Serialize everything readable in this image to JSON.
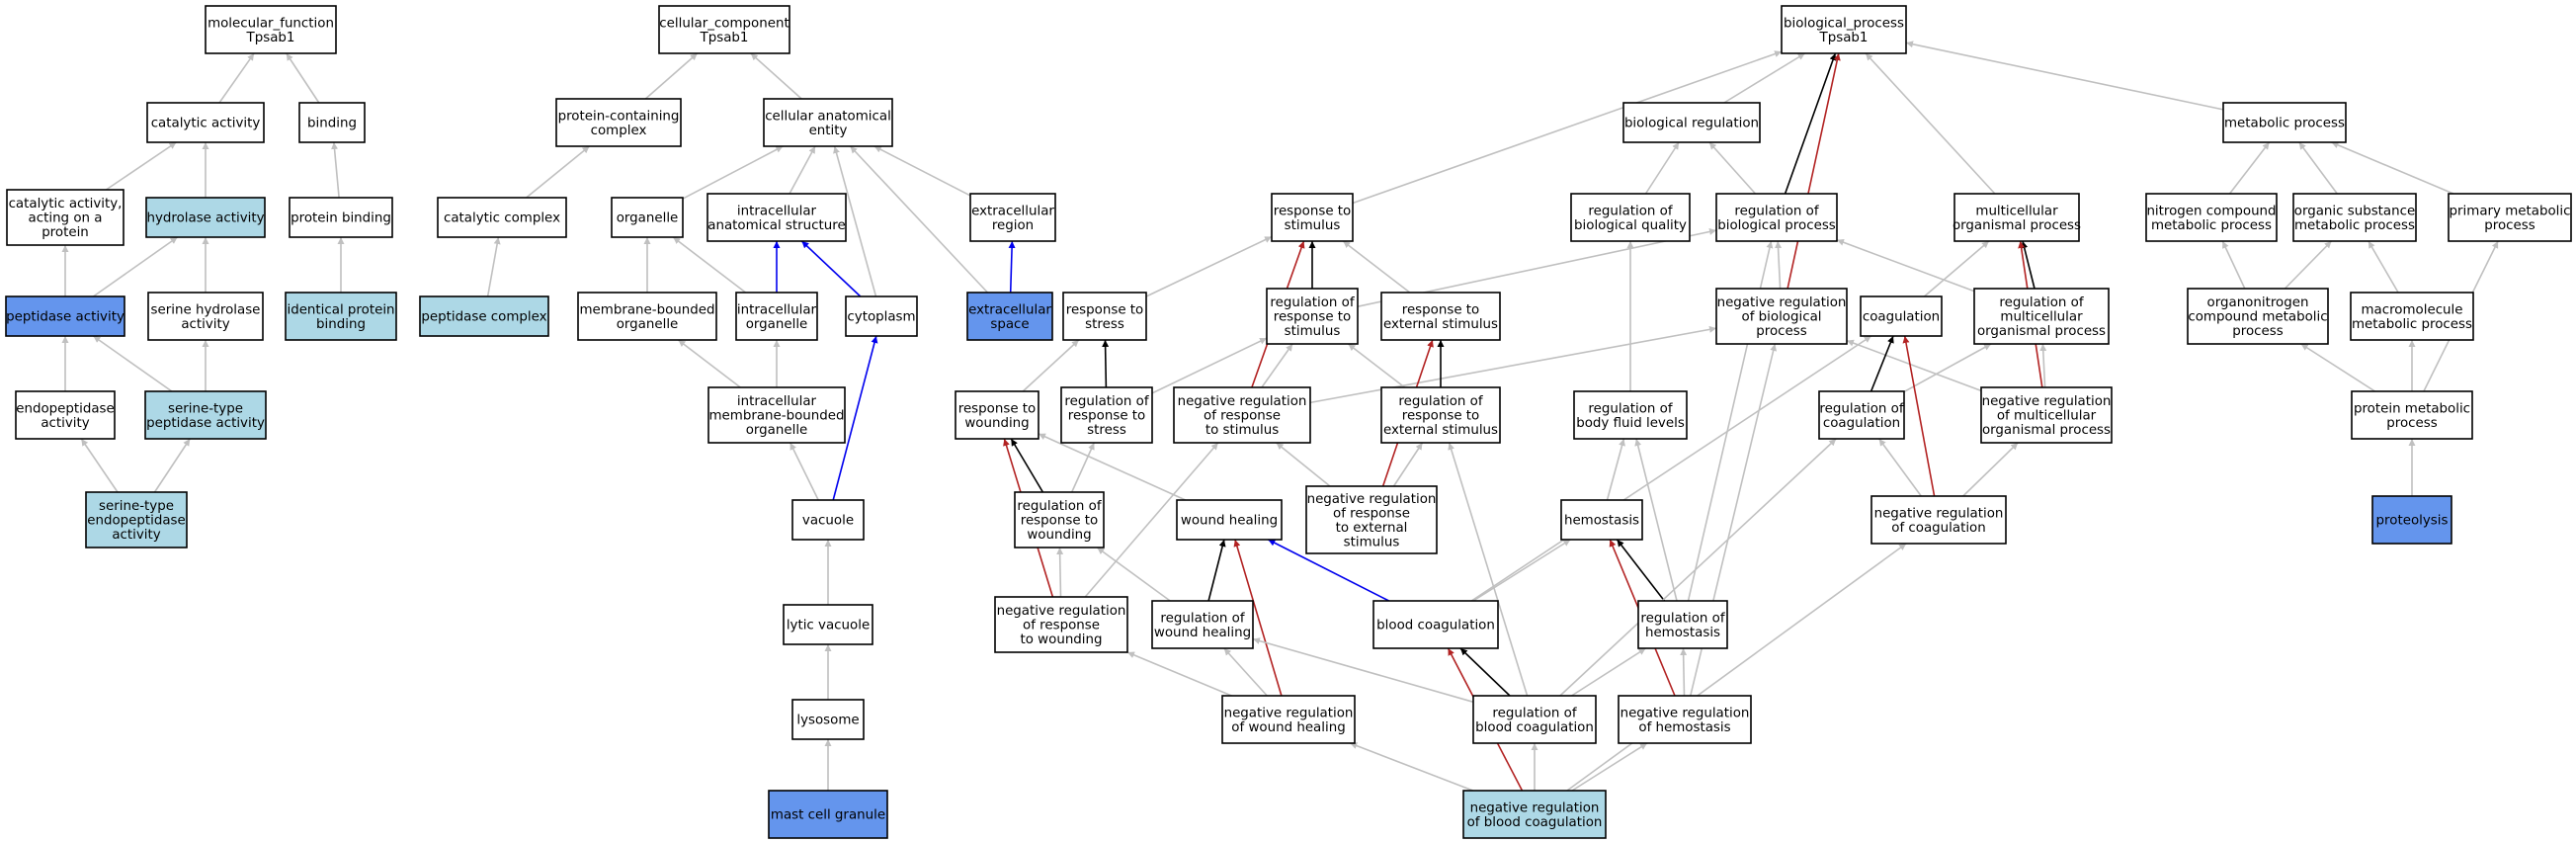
{
  "colors": {
    "plain_node": "#ffffff",
    "highlight_light": "#add8e6",
    "highlight_dark": "#6495ed",
    "edge_is_a": "#c0c0c0",
    "edge_part_of": "#0000ee",
    "edge_regulates": "#000000",
    "edge_negatively_regulates": "#b22222"
  },
  "nodes": [
    {
      "id": "mf",
      "lines": [
        "molecular_function",
        "Tpsab1"
      ],
      "fill": "plain"
    },
    {
      "id": "cat",
      "lines": [
        "catalytic activity"
      ],
      "fill": "plain"
    },
    {
      "id": "bind",
      "lines": [
        "binding"
      ],
      "fill": "plain"
    },
    {
      "id": "catprot",
      "lines": [
        "catalytic activity,",
        "acting on a",
        "protein"
      ],
      "fill": "plain"
    },
    {
      "id": "hydro",
      "lines": [
        "hydrolase activity"
      ],
      "fill": "light"
    },
    {
      "id": "protbind",
      "lines": [
        "protein binding"
      ],
      "fill": "plain"
    },
    {
      "id": "pept",
      "lines": [
        "peptidase activity"
      ],
      "fill": "dark"
    },
    {
      "id": "serhyd",
      "lines": [
        "serine hydrolase",
        "activity"
      ],
      "fill": "plain"
    },
    {
      "id": "identbind",
      "lines": [
        "identical protein",
        "binding"
      ],
      "fill": "light"
    },
    {
      "id": "endopep",
      "lines": [
        "endopeptidase",
        "activity"
      ],
      "fill": "plain"
    },
    {
      "id": "serpep",
      "lines": [
        "serine-type",
        "peptidase activity"
      ],
      "fill": "light"
    },
    {
      "id": "serendo",
      "lines": [
        "serine-type",
        "endopeptidase",
        "activity"
      ],
      "fill": "light"
    },
    {
      "id": "cc",
      "lines": [
        "cellular_component",
        "Tpsab1"
      ],
      "fill": "plain"
    },
    {
      "id": "protcomplex",
      "lines": [
        "protein-containing",
        "complex"
      ],
      "fill": "plain"
    },
    {
      "id": "cellanat",
      "lines": [
        "cellular anatomical",
        "entity"
      ],
      "fill": "plain"
    },
    {
      "id": "catcomplex",
      "lines": [
        "catalytic complex"
      ],
      "fill": "plain"
    },
    {
      "id": "pepcomplex",
      "lines": [
        "peptidase complex"
      ],
      "fill": "light"
    },
    {
      "id": "organelle",
      "lines": [
        "organelle"
      ],
      "fill": "plain"
    },
    {
      "id": "icas",
      "lines": [
        "intracellular",
        "anatomical structure"
      ],
      "fill": "plain"
    },
    {
      "id": "extreg",
      "lines": [
        "extracellular",
        "region"
      ],
      "fill": "plain"
    },
    {
      "id": "mbo",
      "lines": [
        "membrane-bounded",
        "organelle"
      ],
      "fill": "plain"
    },
    {
      "id": "icorg",
      "lines": [
        "intracellular",
        "organelle"
      ],
      "fill": "plain"
    },
    {
      "id": "cyto",
      "lines": [
        "cytoplasm"
      ],
      "fill": "plain"
    },
    {
      "id": "extspace",
      "lines": [
        "extracellular",
        "space"
      ],
      "fill": "dark"
    },
    {
      "id": "imbo",
      "lines": [
        "intracellular",
        "membrane-bounded",
        "organelle"
      ],
      "fill": "plain"
    },
    {
      "id": "vac",
      "lines": [
        "vacuole"
      ],
      "fill": "plain"
    },
    {
      "id": "lytvac",
      "lines": [
        "lytic vacuole"
      ],
      "fill": "plain"
    },
    {
      "id": "lyso",
      "lines": [
        "lysosome"
      ],
      "fill": "plain"
    },
    {
      "id": "mcg",
      "lines": [
        "mast cell granule"
      ],
      "fill": "dark"
    },
    {
      "id": "bp",
      "lines": [
        "biological_process",
        "Tpsab1"
      ],
      "fill": "plain"
    },
    {
      "id": "bioreg",
      "lines": [
        "biological regulation"
      ],
      "fill": "plain"
    },
    {
      "id": "metab",
      "lines": [
        "metabolic process"
      ],
      "fill": "plain"
    },
    {
      "id": "respstim",
      "lines": [
        "response to",
        "stimulus"
      ],
      "fill": "plain"
    },
    {
      "id": "regbq",
      "lines": [
        "regulation of",
        "biological quality"
      ],
      "fill": "plain"
    },
    {
      "id": "regbp",
      "lines": [
        "regulation of",
        "biological process"
      ],
      "fill": "plain"
    },
    {
      "id": "mcop",
      "lines": [
        "multicellular",
        "organismal process"
      ],
      "fill": "plain"
    },
    {
      "id": "nitro",
      "lines": [
        "nitrogen compound",
        "metabolic process"
      ],
      "fill": "plain"
    },
    {
      "id": "orgsub",
      "lines": [
        "organic substance",
        "metabolic process"
      ],
      "fill": "plain"
    },
    {
      "id": "primmet",
      "lines": [
        "primary metabolic",
        "process"
      ],
      "fill": "plain"
    },
    {
      "id": "respstress",
      "lines": [
        "response to",
        "stress"
      ],
      "fill": "plain"
    },
    {
      "id": "regrespstim",
      "lines": [
        "regulation of",
        "response to",
        "stimulus"
      ],
      "fill": "plain"
    },
    {
      "id": "respext",
      "lines": [
        "response to",
        "external stimulus"
      ],
      "fill": "plain"
    },
    {
      "id": "negregbp",
      "lines": [
        "negative regulation",
        "of biological",
        "process"
      ],
      "fill": "plain"
    },
    {
      "id": "coag",
      "lines": [
        "coagulation"
      ],
      "fill": "plain"
    },
    {
      "id": "regmcop",
      "lines": [
        "regulation of",
        "multicellular",
        "organismal process"
      ],
      "fill": "plain"
    },
    {
      "id": "organonitro",
      "lines": [
        "organonitrogen",
        "compound metabolic",
        "process"
      ],
      "fill": "plain"
    },
    {
      "id": "macromol",
      "lines": [
        "macromolecule",
        "metabolic process"
      ],
      "fill": "plain"
    },
    {
      "id": "respwound",
      "lines": [
        "response to",
        "wounding"
      ],
      "fill": "plain"
    },
    {
      "id": "regrespstress",
      "lines": [
        "regulation of",
        "response to",
        "stress"
      ],
      "fill": "plain"
    },
    {
      "id": "negregrespstim",
      "lines": [
        "negative regulation",
        "of response",
        "to stimulus"
      ],
      "fill": "plain"
    },
    {
      "id": "regrespext",
      "lines": [
        "regulation of",
        "response to",
        "external stimulus"
      ],
      "fill": "plain"
    },
    {
      "id": "regbfl",
      "lines": [
        "regulation of",
        "body fluid levels"
      ],
      "fill": "plain"
    },
    {
      "id": "regcoag",
      "lines": [
        "regulation of",
        "coagulation"
      ],
      "fill": "plain"
    },
    {
      "id": "negregmcop",
      "lines": [
        "negative regulation",
        "of multicellular",
        "organismal process"
      ],
      "fill": "plain"
    },
    {
      "id": "protmet",
      "lines": [
        "protein metabolic",
        "process"
      ],
      "fill": "plain"
    },
    {
      "id": "regrespwound",
      "lines": [
        "regulation of",
        "response to",
        "wounding"
      ],
      "fill": "plain"
    },
    {
      "id": "woundheal",
      "lines": [
        "wound healing"
      ],
      "fill": "plain"
    },
    {
      "id": "negregrespext",
      "lines": [
        "negative regulation",
        "of response",
        "to external",
        "stimulus"
      ],
      "fill": "plain"
    },
    {
      "id": "hemo",
      "lines": [
        "hemostasis"
      ],
      "fill": "plain"
    },
    {
      "id": "negregcoag",
      "lines": [
        "negative regulation",
        "of coagulation"
      ],
      "fill": "plain"
    },
    {
      "id": "proteolysis",
      "lines": [
        "proteolysis"
      ],
      "fill": "dark"
    },
    {
      "id": "negregrespwound",
      "lines": [
        "negative regulation",
        "of response",
        "to wounding"
      ],
      "fill": "plain"
    },
    {
      "id": "regwoundheal",
      "lines": [
        "regulation of",
        "wound healing"
      ],
      "fill": "plain"
    },
    {
      "id": "bloodcoag",
      "lines": [
        "blood coagulation"
      ],
      "fill": "plain"
    },
    {
      "id": "reghemo",
      "lines": [
        "regulation of",
        "hemostasis"
      ],
      "fill": "plain"
    },
    {
      "id": "negregwoundheal",
      "lines": [
        "negative regulation",
        "of wound healing"
      ],
      "fill": "plain"
    },
    {
      "id": "regbloodcoag",
      "lines": [
        "regulation of",
        "blood coagulation"
      ],
      "fill": "plain"
    },
    {
      "id": "negreghemo",
      "lines": [
        "negative regulation",
        "of hemostasis"
      ],
      "fill": "plain"
    },
    {
      "id": "negregbloodcoag",
      "lines": [
        "negative regulation",
        "of blood coagulation"
      ],
      "fill": "light"
    }
  ],
  "edges": [
    {
      "from": "cat",
      "to": "mf",
      "type": "is_a"
    },
    {
      "from": "bind",
      "to": "mf",
      "type": "is_a"
    },
    {
      "from": "catprot",
      "to": "cat",
      "type": "is_a"
    },
    {
      "from": "hydro",
      "to": "cat",
      "type": "is_a"
    },
    {
      "from": "protbind",
      "to": "bind",
      "type": "is_a"
    },
    {
      "from": "pept",
      "to": "catprot",
      "type": "is_a"
    },
    {
      "from": "pept",
      "to": "hydro",
      "type": "is_a"
    },
    {
      "from": "serhyd",
      "to": "hydro",
      "type": "is_a"
    },
    {
      "from": "identbind",
      "to": "protbind",
      "type": "is_a"
    },
    {
      "from": "endopep",
      "to": "pept",
      "type": "is_a"
    },
    {
      "from": "serpep",
      "to": "pept",
      "type": "is_a"
    },
    {
      "from": "serpep",
      "to": "serhyd",
      "type": "is_a"
    },
    {
      "from": "serendo",
      "to": "endopep",
      "type": "is_a"
    },
    {
      "from": "serendo",
      "to": "serpep",
      "type": "is_a"
    },
    {
      "from": "protcomplex",
      "to": "cc",
      "type": "is_a"
    },
    {
      "from": "cellanat",
      "to": "cc",
      "type": "is_a"
    },
    {
      "from": "catcomplex",
      "to": "protcomplex",
      "type": "is_a"
    },
    {
      "from": "pepcomplex",
      "to": "catcomplex",
      "type": "is_a"
    },
    {
      "from": "organelle",
      "to": "cellanat",
      "type": "is_a"
    },
    {
      "from": "icas",
      "to": "cellanat",
      "type": "is_a"
    },
    {
      "from": "extreg",
      "to": "cellanat",
      "type": "is_a"
    },
    {
      "from": "cyto",
      "to": "cellanat",
      "type": "is_a"
    },
    {
      "from": "extspace",
      "to": "cellanat",
      "type": "is_a"
    },
    {
      "from": "mbo",
      "to": "organelle",
      "type": "is_a"
    },
    {
      "from": "icorg",
      "to": "organelle",
      "type": "is_a"
    },
    {
      "from": "icorg",
      "to": "icas",
      "type": "part_of"
    },
    {
      "from": "cyto",
      "to": "icas",
      "type": "part_of"
    },
    {
      "from": "extspace",
      "to": "extreg",
      "type": "part_of"
    },
    {
      "from": "imbo",
      "to": "mbo",
      "type": "is_a"
    },
    {
      "from": "imbo",
      "to": "icorg",
      "type": "is_a"
    },
    {
      "from": "vac",
      "to": "imbo",
      "type": "is_a"
    },
    {
      "from": "vac",
      "to": "cyto",
      "type": "part_of"
    },
    {
      "from": "lytvac",
      "to": "vac",
      "type": "is_a"
    },
    {
      "from": "lyso",
      "to": "lytvac",
      "type": "is_a"
    },
    {
      "from": "mcg",
      "to": "lyso",
      "type": "is_a"
    },
    {
      "from": "bioreg",
      "to": "bp",
      "type": "is_a"
    },
    {
      "from": "metab",
      "to": "bp",
      "type": "is_a"
    },
    {
      "from": "respstim",
      "to": "bp",
      "type": "is_a"
    },
    {
      "from": "mcop",
      "to": "bp",
      "type": "is_a"
    },
    {
      "from": "regbp",
      "to": "bioreg",
      "type": "is_a"
    },
    {
      "from": "regbq",
      "to": "bioreg",
      "type": "is_a"
    },
    {
      "from": "regbp",
      "to": "bp",
      "type": "regulates"
    },
    {
      "from": "negregbp",
      "to": "regbp",
      "type": "is_a"
    },
    {
      "from": "negregbp",
      "to": "bp",
      "type": "negatively_regulates"
    },
    {
      "from": "nitro",
      "to": "metab",
      "type": "is_a"
    },
    {
      "from": "orgsub",
      "to": "metab",
      "type": "is_a"
    },
    {
      "from": "primmet",
      "to": "metab",
      "type": "is_a"
    },
    {
      "from": "respstress",
      "to": "respstim",
      "type": "is_a"
    },
    {
      "from": "respext",
      "to": "respstim",
      "type": "is_a"
    },
    {
      "from": "regrespstim",
      "to": "respstim",
      "type": "regulates"
    },
    {
      "from": "regrespstim",
      "to": "regbp",
      "type": "is_a"
    },
    {
      "from": "negregrespstim",
      "to": "respstim",
      "type": "negatively_regulates"
    },
    {
      "from": "negregrespstim",
      "to": "regrespstim",
      "type": "is_a"
    },
    {
      "from": "negregrespstim",
      "to": "negregbp",
      "type": "is_a"
    },
    {
      "from": "coag",
      "to": "mcop",
      "type": "is_a"
    },
    {
      "from": "regmcop",
      "to": "mcop",
      "type": "regulates"
    },
    {
      "from": "regmcop",
      "to": "regbp",
      "type": "is_a"
    },
    {
      "from": "negregmcop",
      "to": "mcop",
      "type": "negatively_regulates"
    },
    {
      "from": "negregmcop",
      "to": "regmcop",
      "type": "is_a"
    },
    {
      "from": "negregmcop",
      "to": "negregbp",
      "type": "is_a"
    },
    {
      "from": "organonitro",
      "to": "nitro",
      "type": "is_a"
    },
    {
      "from": "organonitro",
      "to": "orgsub",
      "type": "is_a"
    },
    {
      "from": "macromol",
      "to": "orgsub",
      "type": "is_a"
    },
    {
      "from": "protmet",
      "to": "organonitro",
      "type": "is_a"
    },
    {
      "from": "protmet",
      "to": "macromol",
      "type": "is_a"
    },
    {
      "from": "protmet",
      "to": "primmet",
      "type": "is_a"
    },
    {
      "from": "proteolysis",
      "to": "protmet",
      "type": "is_a"
    },
    {
      "from": "respwound",
      "to": "respstress",
      "type": "is_a"
    },
    {
      "from": "regrespstress",
      "to": "respstress",
      "type": "regulates"
    },
    {
      "from": "regrespstress",
      "to": "regrespstim",
      "type": "is_a"
    },
    {
      "from": "regrespext",
      "to": "respext",
      "type": "regulates"
    },
    {
      "from": "regrespext",
      "to": "regrespstim",
      "type": "is_a"
    },
    {
      "from": "negregrespext",
      "to": "respext",
      "type": "negatively_regulates"
    },
    {
      "from": "negregrespext",
      "to": "regrespext",
      "type": "is_a"
    },
    {
      "from": "negregrespext",
      "to": "negregrespstim",
      "type": "is_a"
    },
    {
      "from": "regbfl",
      "to": "regbq",
      "type": "is_a"
    },
    {
      "from": "regcoag",
      "to": "coag",
      "type": "regulates"
    },
    {
      "from": "regcoag",
      "to": "regmcop",
      "type": "is_a"
    },
    {
      "from": "negregcoag",
      "to": "coag",
      "type": "negatively_regulates"
    },
    {
      "from": "negregcoag",
      "to": "regcoag",
      "type": "is_a"
    },
    {
      "from": "negregcoag",
      "to": "negregmcop",
      "type": "is_a"
    },
    {
      "from": "regrespwound",
      "to": "respwound",
      "type": "regulates"
    },
    {
      "from": "regrespwound",
      "to": "regrespstress",
      "type": "is_a"
    },
    {
      "from": "negregrespwound",
      "to": "respwound",
      "type": "negatively_regulates"
    },
    {
      "from": "negregrespwound",
      "to": "regrespwound",
      "type": "is_a"
    },
    {
      "from": "negregrespwound",
      "to": "negregrespstim",
      "type": "is_a"
    },
    {
      "from": "woundheal",
      "to": "respwound",
      "type": "is_a"
    },
    {
      "from": "hemo",
      "to": "regbfl",
      "type": "is_a"
    },
    {
      "from": "bloodcoag",
      "to": "hemo",
      "type": "is_a"
    },
    {
      "from": "bloodcoag",
      "to": "coag",
      "type": "is_a"
    },
    {
      "from": "bloodcoag",
      "to": "woundheal",
      "type": "part_of"
    },
    {
      "from": "regwoundheal",
      "to": "woundheal",
      "type": "regulates"
    },
    {
      "from": "regwoundheal",
      "to": "regrespwound",
      "type": "is_a"
    },
    {
      "from": "negregwoundheal",
      "to": "woundheal",
      "type": "negatively_regulates"
    },
    {
      "from": "negregwoundheal",
      "to": "regwoundheal",
      "type": "is_a"
    },
    {
      "from": "negregwoundheal",
      "to": "negregrespwound",
      "type": "is_a"
    },
    {
      "from": "reghemo",
      "to": "hemo",
      "type": "regulates"
    },
    {
      "from": "reghemo",
      "to": "regbfl",
      "type": "is_a"
    },
    {
      "from": "reghemo",
      "to": "regbp",
      "type": "is_a"
    },
    {
      "from": "negreghemo",
      "to": "hemo",
      "type": "negatively_regulates"
    },
    {
      "from": "negreghemo",
      "to": "reghemo",
      "type": "is_a"
    },
    {
      "from": "negreghemo",
      "to": "negregbp",
      "type": "is_a"
    },
    {
      "from": "regbloodcoag",
      "to": "bloodcoag",
      "type": "regulates"
    },
    {
      "from": "regbloodcoag",
      "to": "regcoag",
      "type": "is_a"
    },
    {
      "from": "regbloodcoag",
      "to": "reghemo",
      "type": "is_a"
    },
    {
      "from": "regbloodcoag",
      "to": "regwoundheal",
      "type": "is_a"
    },
    {
      "from": "regbloodcoag",
      "to": "regrespext",
      "type": "is_a"
    },
    {
      "from": "negregbloodcoag",
      "to": "bloodcoag",
      "type": "negatively_regulates"
    },
    {
      "from": "negregbloodcoag",
      "to": "regbloodcoag",
      "type": "is_a"
    },
    {
      "from": "negregbloodcoag",
      "to": "negreghemo",
      "type": "is_a"
    },
    {
      "from": "negregbloodcoag",
      "to": "negregwoundheal",
      "type": "is_a"
    },
    {
      "from": "negregbloodcoag",
      "to": "negregcoag",
      "type": "is_a"
    }
  ]
}
